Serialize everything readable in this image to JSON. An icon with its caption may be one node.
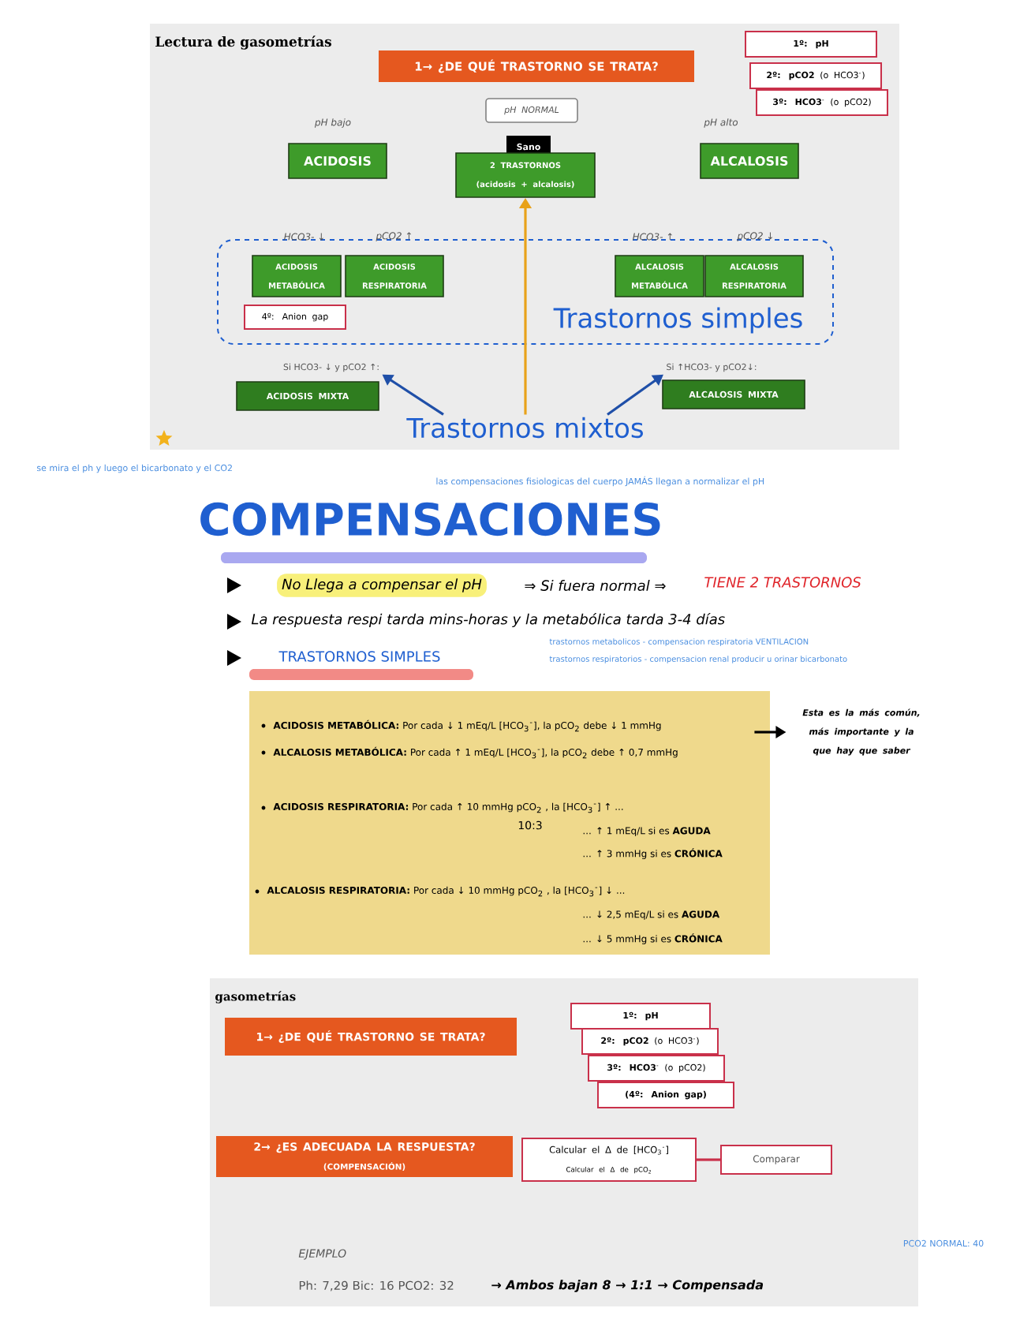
{
  "diagram": {
    "nodes": [
      {
        "text": [
          "1→ ¿DE QUÉ TRASTORNO SE TRATA?"
        ]
      },
      {
        "text": [
          "**1º: pH**"
        ]
      },
      {
        "text": [
          "**2º: pCO2** (o HCO3$^{-}$)"
        ]
      },
      {
        "text": [
          "**3º: HCO3**$^{-}$ (o pCO2)"
        ]
      },
      {
        "text": [
          "pH NORMAL"
        ]
      },
      {
        "text": [
          "Sano"
        ]
      },
      {
        "text": [
          "ACIDOSIS"
        ],
        "beside": [
          "pH bajo"
        ]
      },
      {
        "text": [
          "2 TRASTORNOS (acidosis + alcalosis)"
        ]
      },
      {
        "text": [
          "ALCALOSIS"
        ],
        "beside": [
          "pH alto"
        ]
      },
      {
        "text": [
          "Trastornos simples"
        ]
      },
      {
        "text": [
          "ACIDOSIS METABÓLICA"
        ],
        "in": 9,
        "beside": [
          "HCO3- ↓"
        ]
      },
      {
        "text": [
          "ACIDOSIS RESPIRATORIA"
        ],
        "in": 9,
        "beside": [
          "pCO2 ↑"
        ]
      },
      {
        "text": [
          "ALCALOSIS METABÓLICA"
        ],
        "in": 9,
        "beside": [
          "HCO3- ↑"
        ]
      },
      {
        "text": [
          "ALCALOSIS RESPIRATORIA"
        ],
        "in": 9,
        "beside": [
          "pCO2 ↓"
        ]
      },
      {
        "text": [
          "4º: Anion gap"
        ],
        "in": 9
      },
      {
        "text": [
          "Si HCO3- ↓ y pCO2 ↑:"
        ]
      },
      {
        "text": [
          "ACIDOSIS MIXTA"
        ]
      },
      {
        "text": [
          "Si ↑HCO3- y pCO2↓:"
        ]
      },
      {
        "text": [
          "ALCALOSIS MIXTA"
        ]
      },
      {
        "text": [
          "Trastornos mixtos"
        ]
      },
      {
        "text": [
          "**ACIDOSIS METABÓLICA:** Por cada ↓ 1 mEq/L [HCO$_{3}$$^{-}$], la pCO$_{2}$ debe ↓ 1 mmHg",
          "**ALCALOSIS METABÓLICA:** Por cada ↑ 1 mEq/L [HCO$_{3}$$^{-}$], la pCO$_{2}$ debe ↑ 0,7 mmHg",
          "**ACIDOSIS RESPIRATORIA:** Por cada ↑ 10 mmHg pCO$_{2}$ , la [HCO$_{3}$$^{-}$] ↑ ...",
          "10:3",
          "... ↑ 1 mEq/L si es **AGUDA**",
          "... ↑ 3 mmHg si es **CRÓNICA**",
          "**ALCALOSIS RESPIRATORIA:** Por cada ↓ 10 mmHg pCO$_{2}$ , la [HCO$_{3}$$^{-}$] ↓ ...",
          "... ↓ 2,5 mEq/L si es **AGUDA**",
          "... ↓ 5 mmHg si es **CRÓNICA**"
        ]
      },
      {
        "text": [
          "Esta es la más común, más importante y la que hay que saber"
        ]
      },
      {
        "text": [
          "1→ ¿DE QUÉ TRASTORNO SE TRATA?"
        ]
      },
      {
        "text": [
          "**1º: pH**"
        ]
      },
      {
        "text": [
          "**2º: pCO2** (o HCO3$^{-}$)"
        ]
      },
      {
        "text": [
          "**3º: HCO3**$^{-}$ (o pCO2)"
        ]
      },
      {
        "text": [
          "**(4º: Anion gap)**"
        ]
      },
      {
        "text": [
          "2→ ¿ES ADECUADA LA RESPUESTA?",
          "(COMPENSACIÓN)"
        ]
      },
      {
        "text": [
          "Calcular el Δ de [HCO$_{3}$$^{-}$]",
          "Calcular el Δ de pCO$_{2}$"
        ]
      },
      {
        "text": [
          "Comparar"
        ]
      }
    ],
    "edges": [
      {
        "from": 19,
        "to": 7,
        "arrow": "to",
        "color": "#e8a21a"
      },
      {
        "from": 19,
        "to": 15,
        "arrow": "to",
        "color": "#1f4fa8"
      },
      {
        "from": 19,
        "to": 17,
        "arrow": "to",
        "color": "#1f4fa8"
      },
      {
        "from": 20,
        "to": 21,
        "arrow": "to",
        "color": "#000000"
      },
      {
        "from": 28,
        "to": 29,
        "arrow": "none",
        "color": "#c9304a"
      }
    ],
    "labels": [
      "Lectura de gasometrías",
      "se mira el ph y luego el bicarbonato y el CO2",
      "las compensaciones fisiologicas del cuerpo JAMÁS llegan a normalizar el pH",
      "COMPENSACIONES",
      "No Llega a compensar el pH",
      "⇒ Si fuera normal ⇒",
      "TIENE 2 TRASTORNOS",
      "La respuesta respi tarda mins-horas y la metabólica tarda 3-4 días",
      "TRASTORNOS SIMPLES",
      "trastornos metabolicos - compensacion respiratoria VENTILACION",
      "trastornos respiratorios - compensacion renal producir u orinar bicarbonato",
      "gasometrías",
      "EJEMPLO",
      "Ph: 7,29  Bic: 16  PCO2: 32",
      "→ Ambos bajan 8 → 1:1 → Compensada",
      "PCO2 NORMAL: 40"
    ]
  }
}
